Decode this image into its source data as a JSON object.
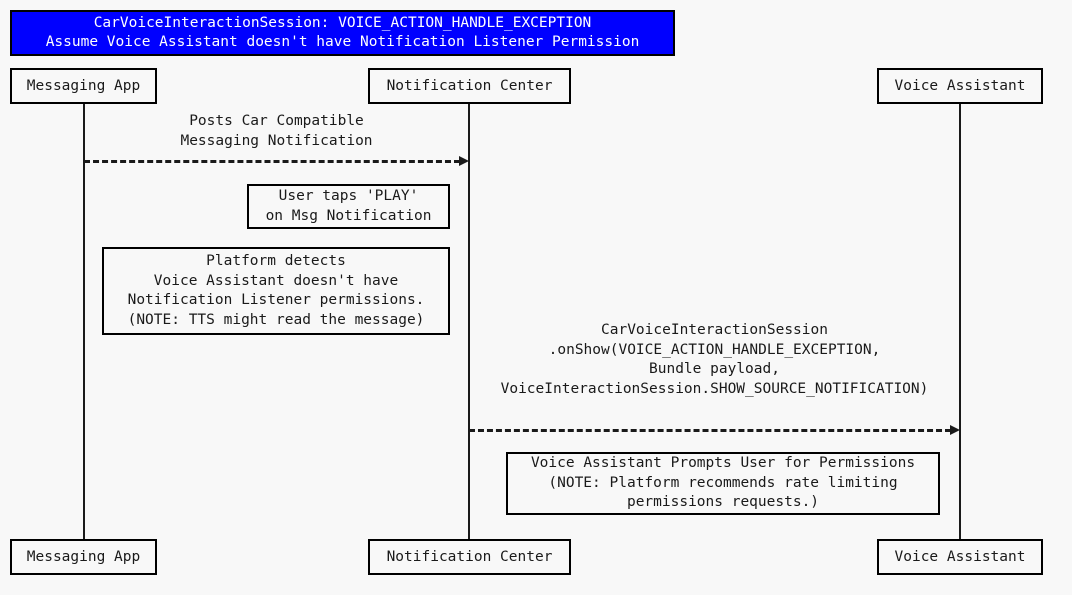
{
  "diagram": {
    "type": "uml-sequence-diagram",
    "background_color": "#f8f8f8",
    "text_color": "#1a1a1a",
    "line_color": "#000000"
  },
  "title": {
    "background_color": "#0000ff",
    "text_color": "#ffffff",
    "lines": [
      "CarVoiceInteractionSession: VOICE_ACTION_HANDLE_EXCEPTION",
      "Assume Voice Assistant doesn't have Notification Listener Permission"
    ]
  },
  "participants": [
    {
      "id": "messaging-app",
      "label": "Messaging App"
    },
    {
      "id": "notification-center",
      "label": "Notification Center"
    },
    {
      "id": "voice-assistant",
      "label": "Voice Assistant"
    }
  ],
  "messages": [
    {
      "id": "post-notification",
      "from": "messaging-app",
      "to": "notification-center",
      "style": "dashed",
      "arrowhead": "solid-filled",
      "lines": [
        "Posts Car Compatible",
        "Messaging Notification"
      ]
    },
    {
      "id": "on-show-callback",
      "from": "notification-center",
      "to": "voice-assistant",
      "style": "dashed",
      "arrowhead": "solid-filled",
      "lines": [
        "CarVoiceInteractionSession",
        ".onShow(VOICE_ACTION_HANDLE_EXCEPTION,",
        "Bundle payload,",
        "VoiceInteractionSession.SHOW_SOURCE_NOTIFICATION)"
      ]
    }
  ],
  "notes": [
    {
      "id": "user-taps-play",
      "lines": [
        "User taps 'PLAY'",
        "on Msg Notification"
      ]
    },
    {
      "id": "platform-detects-permission",
      "lines": [
        "Platform detects",
        "Voice Assistant doesn't have",
        "Notification Listener permissions.",
        "(NOTE: TTS might read the message)"
      ]
    },
    {
      "id": "voice-assistant-prompts",
      "lines": [
        "Voice Assistant Prompts User for Permissions",
        "(NOTE: Platform recommends rate limiting",
        "permissions requests.)"
      ]
    }
  ]
}
